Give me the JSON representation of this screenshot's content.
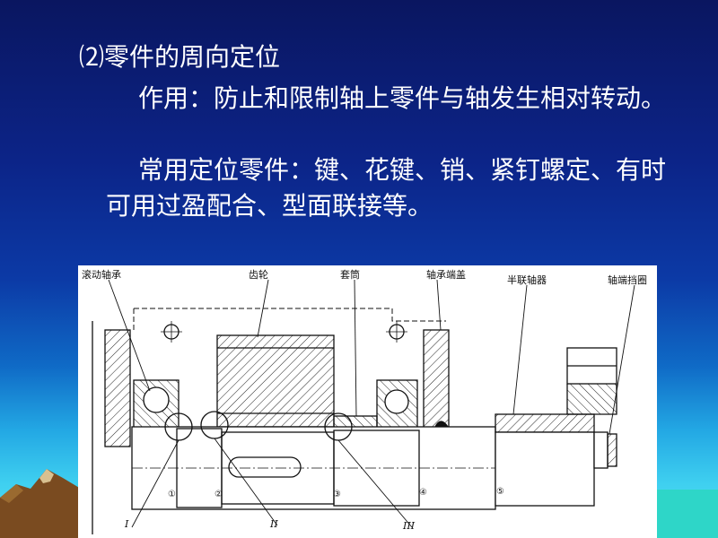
{
  "slide": {
    "heading": "⑵零件的周向定位",
    "paragraph1": "作用：防止和限制轴上零件与轴发生相对转动。",
    "paragraph2": "常用定位零件：键、花键、销、紧钉螺定、有时可用过盈配合、型面联接等。"
  },
  "diagram": {
    "labels": {
      "rolling_bearing": "滚动轴承",
      "gear": "齿轮",
      "sleeve": "套筒",
      "bearing_cover": "轴承端盖",
      "half_coupling": "半联轴器",
      "shaft_end_retainer": "轴端挡圈"
    },
    "positions": [
      "①",
      "②",
      "③",
      "④",
      "⑤"
    ],
    "sections": [
      "I",
      "II",
      "III"
    ]
  },
  "colors": {
    "background_top": "#0a1660",
    "background_bottom": "#58e0f4",
    "text": "#ffffff",
    "mountain": "#7a4b20"
  }
}
